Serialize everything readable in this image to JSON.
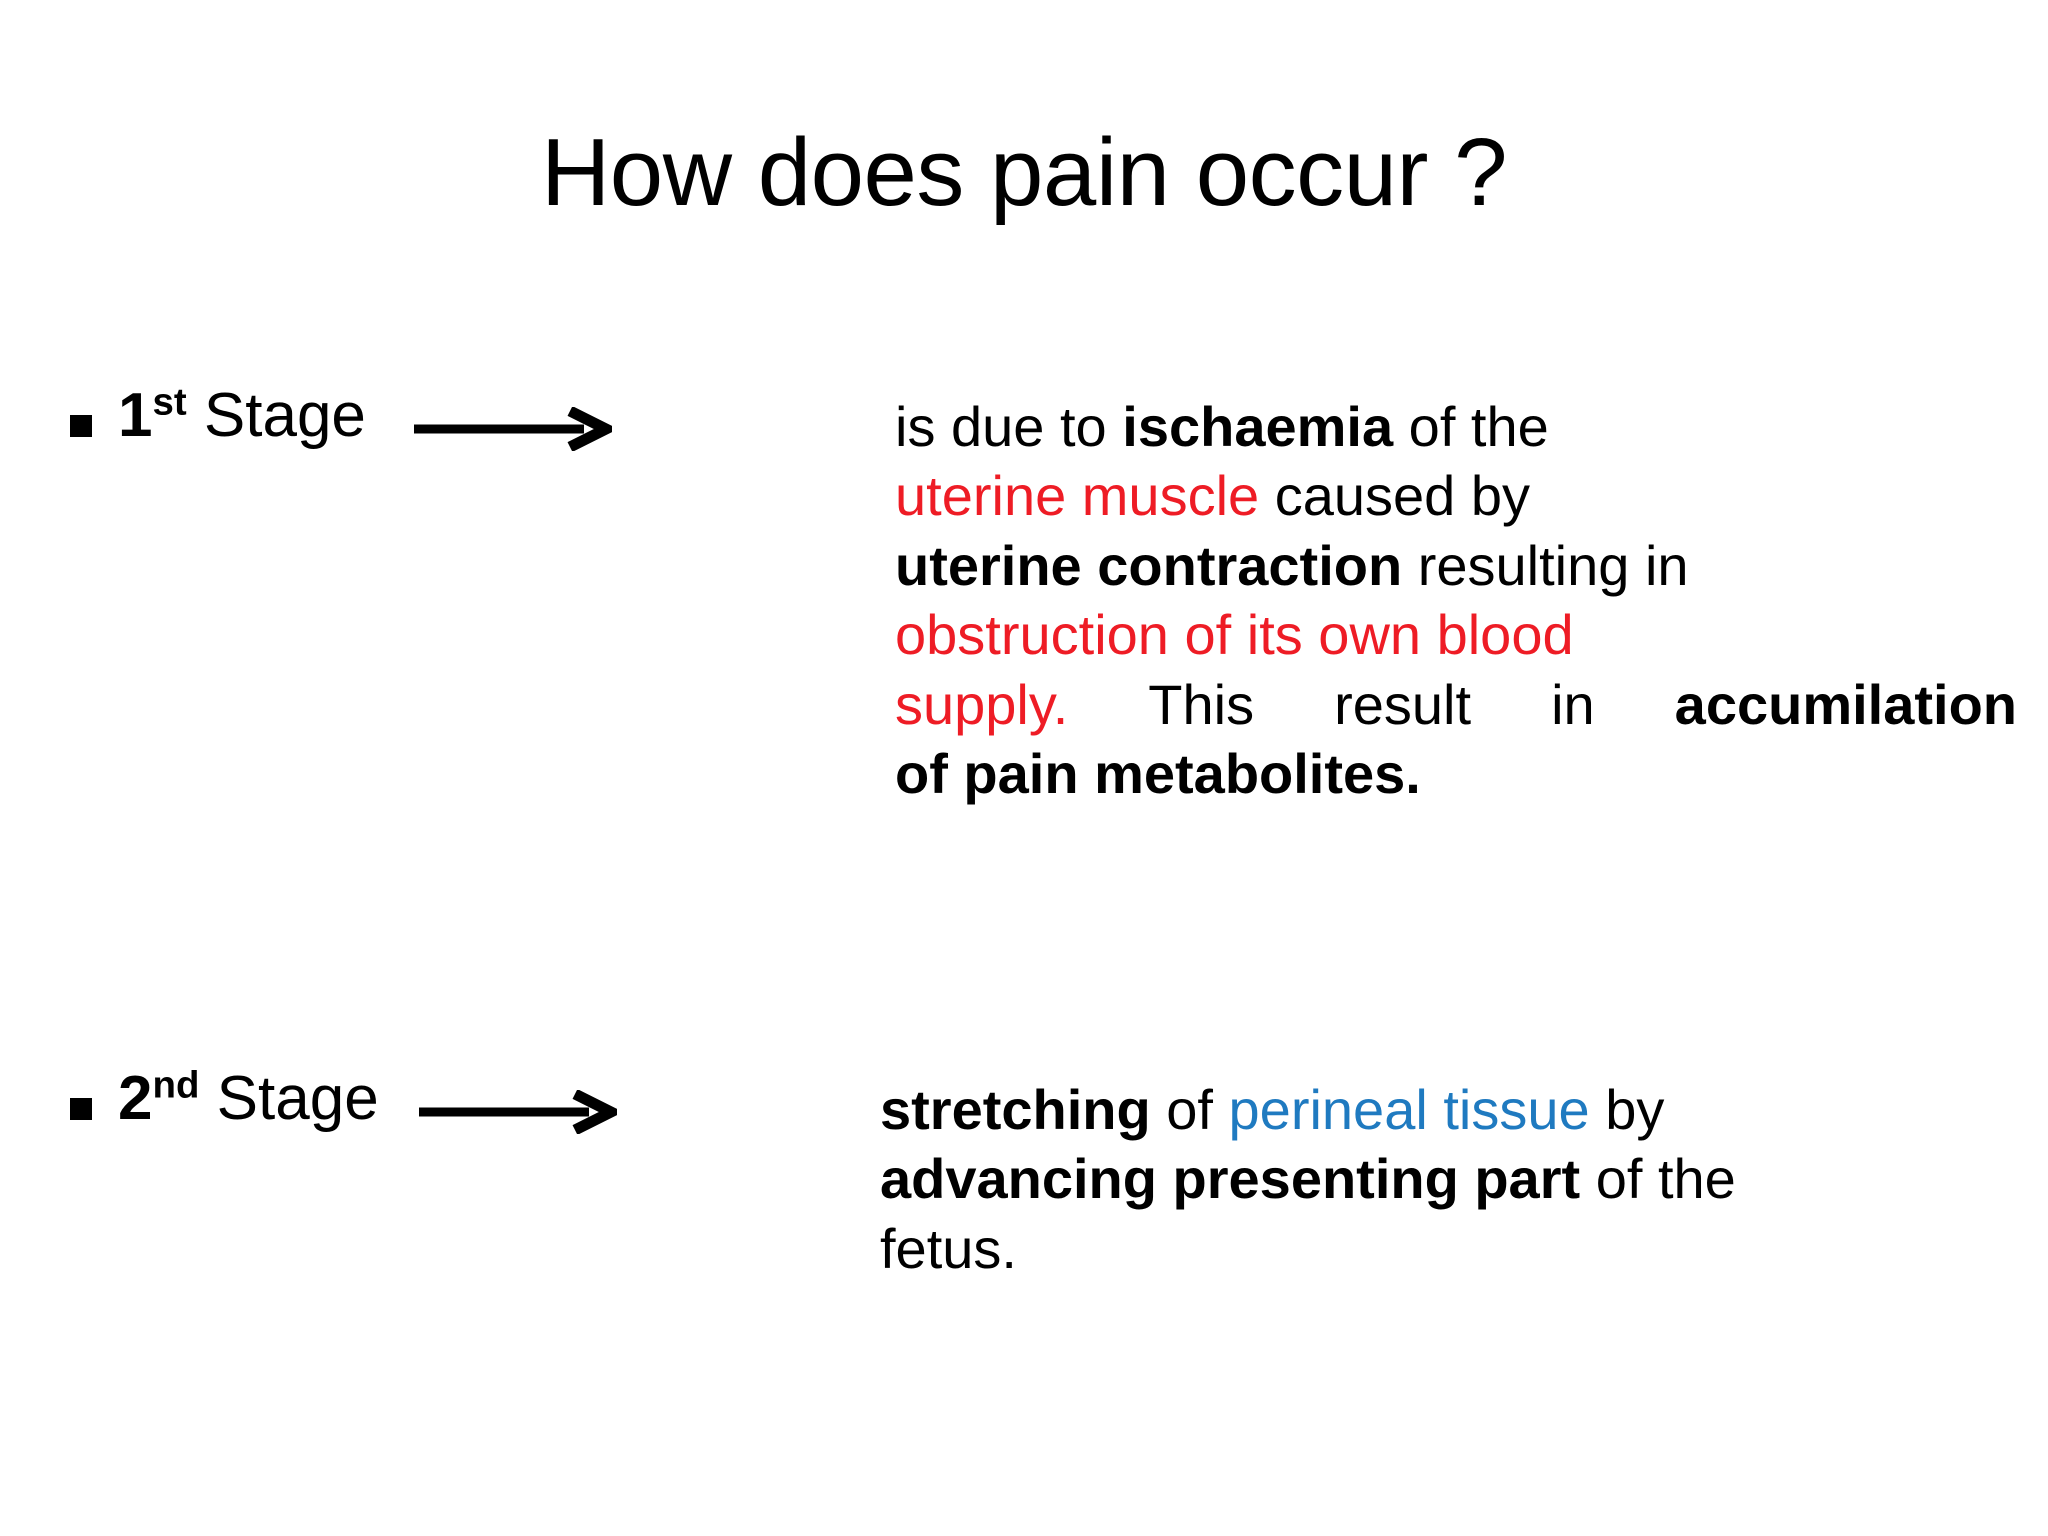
{
  "slide": {
    "title": "How does pain occur ?",
    "background_color": "#ffffff",
    "text_color": "#000000",
    "accent_colors": {
      "red": "#ee1c25",
      "blue": "#1f7ac0"
    },
    "bullets": [
      {
        "marker": "square-bullet",
        "stage_number": "1",
        "stage_ordinal": "st",
        "stage_word": "Stage",
        "connector_icon": "right-arrow-icon",
        "body_lines": [
          {
            "runs": [
              {
                "text": "is due to ",
                "style": "normal"
              },
              {
                "text": "ischaemia",
                "style": "bold"
              },
              {
                "text": " of the",
                "style": "normal"
              }
            ]
          },
          {
            "runs": [
              {
                "text": "uterine muscle",
                "style": "red"
              },
              {
                "text": " caused by",
                "style": "normal"
              }
            ]
          },
          {
            "runs": [
              {
                "text": "uterine contraction",
                "style": "bold"
              },
              {
                "text": " resulting in",
                "style": "normal"
              }
            ]
          },
          {
            "runs": [
              {
                "text": "obstruction of its own blood",
                "style": "red"
              }
            ]
          },
          {
            "justified": true,
            "runs": [
              {
                "text": "supply.",
                "style": "red"
              },
              {
                "text": "This",
                "style": "normal"
              },
              {
                "text": "result",
                "style": "normal"
              },
              {
                "text": "in",
                "style": "normal"
              },
              {
                "text": "accumilation",
                "style": "bold"
              }
            ]
          },
          {
            "runs": [
              {
                "text": "of pain metabolites.",
                "style": "bold"
              }
            ]
          }
        ]
      },
      {
        "marker": "square-bullet",
        "stage_number": "2",
        "stage_ordinal": "nd",
        "stage_word": "Stage",
        "connector_icon": "right-arrow-icon",
        "body_lines": [
          {
            "runs": [
              {
                "text": "stretching",
                "style": "bold"
              },
              {
                "text": " of ",
                "style": "normal"
              },
              {
                "text": "perineal tissue",
                "style": "blue"
              },
              {
                "text": " by",
                "style": "normal"
              }
            ]
          },
          {
            "runs": [
              {
                "text": "advancing presenting part",
                "style": "bold"
              },
              {
                "text": " of the",
                "style": "normal"
              }
            ]
          },
          {
            "runs": [
              {
                "text": "fetus.",
                "style": "normal"
              }
            ]
          }
        ]
      }
    ]
  }
}
